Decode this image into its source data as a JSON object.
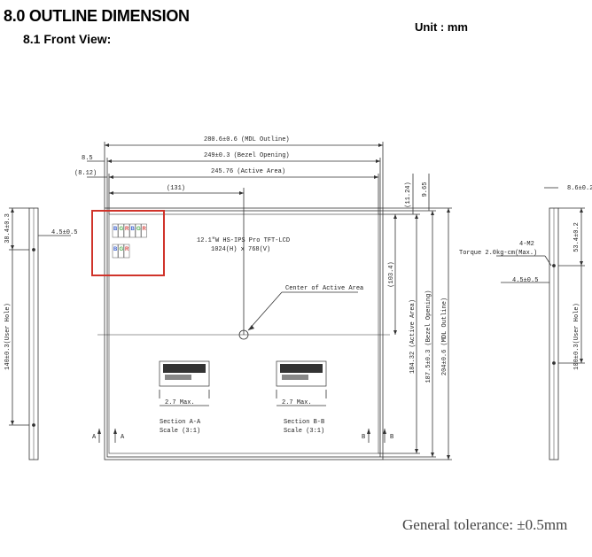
{
  "header": {
    "section_title": "8.0    OUTLINE DIMENSION",
    "subsection_title": "8.1 Front View:",
    "unit": "Unit : mm"
  },
  "drawing": {
    "top_dims": {
      "mdl_outline": "280.6±0.6 (MDL Outline)",
      "bezel_opening": "249±0.3 (Bezel Opening)",
      "active_area": "245.76 (Active Area)",
      "offset_left": "8.5",
      "offset_left_ref": "(8.12)",
      "center_ref": "(131)"
    },
    "right_dims": {
      "top_offset": "(11.24)",
      "top_edge": "9.65",
      "center_ref": "(103.4)",
      "active_area": "184.32 (Active Area)",
      "bezel_opening": "187.5±0.3 (Bezel Opening)",
      "mdl_outline": "204±0.6 (MDL Outline)"
    },
    "panel_text_line1": "12.1\"W HS-IPS Pro TFT-LCD",
    "panel_text_line2": "1024(H) x 768(V)",
    "center_label": "Center of Active Area",
    "pixel_grid_letters": [
      "B",
      "G",
      "R",
      "B",
      "G",
      "R",
      "B",
      "G",
      "R"
    ],
    "section_a": {
      "max": "2.7 Max.",
      "title": "Section A-A",
      "scale": "Scale (3:1)",
      "marker": "A"
    },
    "section_b": {
      "max": "2.7 Max.",
      "title": "Section B-B",
      "scale": "Scale (3:1)",
      "marker": "B"
    },
    "left_side": {
      "top_dim": "38.4±0.3",
      "thickness": "4.5±0.5",
      "user_hole": "140±0.3(User Hole)"
    },
    "right_side": {
      "thickness_top": "8.6±0.2",
      "screw_note": "Torque 2.0kg-cm(Max.)",
      "screw_spec": "4-M2",
      "depth": "4.5±0.5",
      "top_dim": "53.4±0.2",
      "user_hole": "100±0.3(User Hole)"
    }
  },
  "footer": {
    "tolerance": "General tolerance: ±0.5mm"
  },
  "colors": {
    "highlight_box": "#d0332a",
    "pixel_blue": "#3a5fcd",
    "pixel_green": "#4cae4c",
    "pixel_red": "#d64541"
  }
}
